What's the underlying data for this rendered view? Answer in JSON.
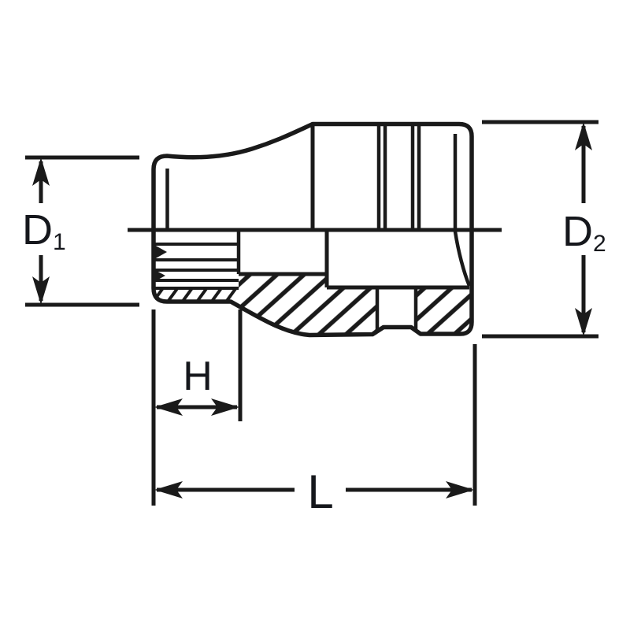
{
  "diagram": {
    "type": "technical-drawing",
    "subject": "socket cross-section with dimension callouts",
    "colors": {
      "background": "#ffffff",
      "line": "#1a1a1a",
      "ink": "#15171c"
    },
    "labels": {
      "d1": {
        "base": "D",
        "sub": "1"
      },
      "d2": {
        "base": "D",
        "sub": "2"
      },
      "h": "H",
      "l": "L"
    }
  }
}
